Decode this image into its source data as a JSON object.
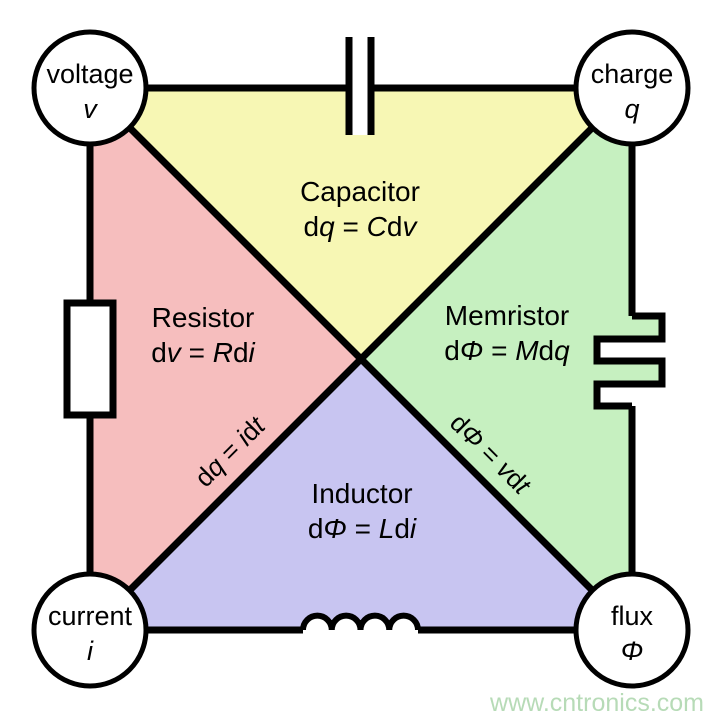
{
  "nodes": {
    "voltage": {
      "label": "voltage",
      "symbol": "v"
    },
    "charge": {
      "label": "charge",
      "symbol": "q"
    },
    "current": {
      "label": "current",
      "symbol": "i"
    },
    "flux": {
      "label": "flux",
      "symbol": "Φ"
    }
  },
  "regions": {
    "capacitor": {
      "name": "Capacitor",
      "equation": "dq = Cdv",
      "color": "#f7f7b4"
    },
    "resistor": {
      "name": "Resistor",
      "equation": "dv = Rdi",
      "color": "#f6bebe"
    },
    "memristor": {
      "name": "Memristor",
      "equation": "dΦ = Mdq",
      "color": "#c6f0c0"
    },
    "inductor": {
      "name": "Inductor",
      "equation": "dΦ = Ldi",
      "color": "#c8c5f1"
    }
  },
  "diagonal_labels": {
    "current_charge": "dq = idt",
    "voltage_flux": "dΦ = vdt"
  },
  "symbols": {
    "capacitor": "parallel-plates-icon",
    "resistor": "rectangle-box-icon",
    "memristor": "square-wave-icon",
    "inductor": "coil-humps-icon"
  },
  "watermark": {
    "text": "www.cntronics.com",
    "color": "#b7dbb7"
  }
}
